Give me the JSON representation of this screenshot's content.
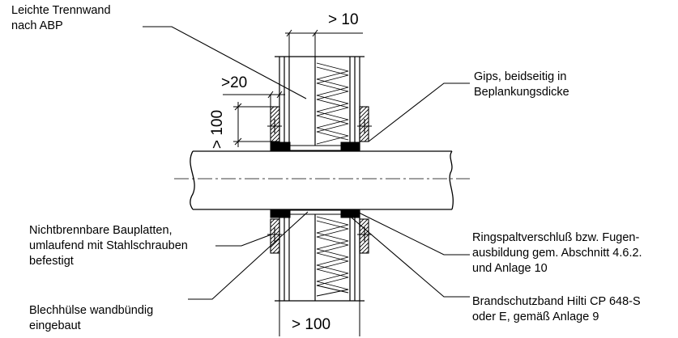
{
  "labels": {
    "leichte_trennwand": [
      "Leichte Trennwand",
      "nach ABP"
    ],
    "gips": [
      "Gips, beidseitig in",
      "Beplankungsdicke"
    ],
    "bauplatten": [
      "Nichtbrennbare Bauplatten,",
      "umlaufend mit Stahlschrauben",
      "befestigt"
    ],
    "ringspalt": [
      "Ringspaltverschluß bzw. Fugen-",
      "ausbildung gem. Abschnitt 4.6.2.",
      "und Anlage 10"
    ],
    "blechhuelse": [
      "Blechhülse wandbündig",
      "eingebaut"
    ],
    "brandschutzband": [
      "Brandschutzband Hilti CP 648-S",
      "oder E, gemäß Anlage 9"
    ]
  },
  "dimensions": {
    "wall_thickness": "> 10",
    "board_width": ">20",
    "board_height": "> 100",
    "bottom_width": "> 100"
  },
  "colors": {
    "line": "#000000",
    "background": "#ffffff"
  }
}
